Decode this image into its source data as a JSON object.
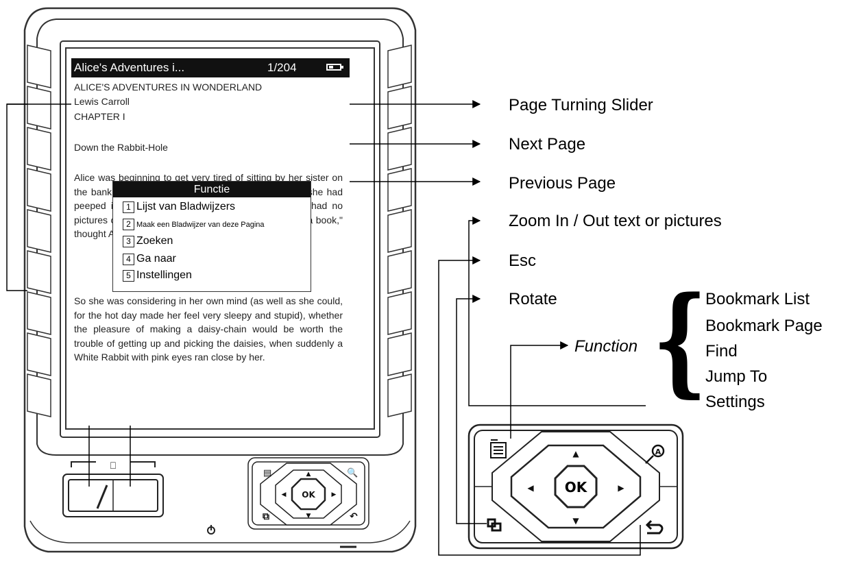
{
  "reader": {
    "title_bar": {
      "book_title": "Alice's Adventures i...",
      "page_indicator": "1/204",
      "battery_icon": "battery-icon"
    },
    "text": {
      "heading": "ALICE'S ADVENTURES IN WONDERLAND",
      "author": "Lewis Carroll",
      "chapter": "CHAPTER I",
      "chapter_title": "Down the Rabbit-Hole",
      "para1": "Alice was beginning to get very tired of sitting by her sister on the bank, and of having nothing to do: once or twice she had peeped into the book her sister was reading, but it had no pictures or conversations in it, \"and what is the use of a book,\" thought Alice \"without pictures or conversations?\"",
      "para2": "So she was considering in her own mind (as well as she could, for the hot day made her feel very sleepy and stupid), whether the pleasure of making a daisy-chain would be worth the trouble of getting up and picking the daisies, when suddenly a White Rabbit with pink eyes ran close by her."
    },
    "popup": {
      "title": "Functie",
      "items": [
        {
          "num": "1",
          "label": "Lijst van Bladwijzers"
        },
        {
          "num": "2",
          "label": "Maak een Bladwijzer van deze Pagina"
        },
        {
          "num": "3",
          "label": "Zoeken"
        },
        {
          "num": "4",
          "label": "Ga naar"
        },
        {
          "num": "5",
          "label": "Instellingen"
        }
      ]
    },
    "ok_label": "OK",
    "power_icon": "power-icon",
    "book_icon": "book-icon"
  },
  "callouts": {
    "page_turning_slider": "Page Turning Slider",
    "next_page": "Next Page",
    "previous_page": "Previous Page",
    "zoom": "Zoom In / Out text or pictures",
    "esc": "Esc",
    "rotate": "Rotate",
    "function": "Function"
  },
  "function_items": [
    "Bookmark List",
    "Bookmark Page",
    "Find",
    "Jump To",
    "Settings"
  ],
  "dpad": {
    "ok_label": "OK",
    "menu_icon": "menu-icon",
    "zoom_icon": "zoom-icon",
    "rotate_icon": "rotate-icon",
    "back_icon": "back-icon",
    "up_icon": "up-arrow-icon",
    "down_icon": "down-arrow-icon",
    "left_icon": "left-arrow-icon",
    "right_icon": "right-arrow-icon"
  }
}
